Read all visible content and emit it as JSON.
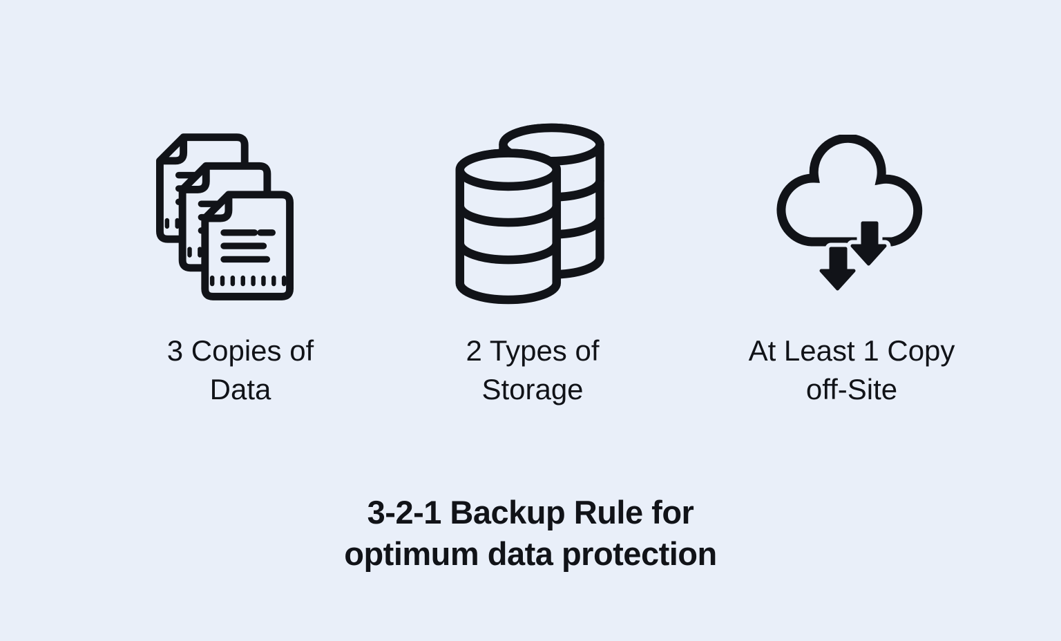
{
  "colors": {
    "background": "#e9eff9",
    "ink": "#111318"
  },
  "columns": [
    {
      "id": "copies",
      "icon": "documents-icon",
      "lines": [
        "3 Copies of",
        "Data"
      ]
    },
    {
      "id": "storage",
      "icon": "database-icon",
      "lines": [
        "2 Types of",
        "Storage"
      ]
    },
    {
      "id": "offsite",
      "icon": "cloud-download-icon",
      "lines": [
        "At Least 1 Copy",
        "off-Site"
      ]
    }
  ],
  "title": {
    "lines": [
      "3-2-1 Backup Rule for",
      "optimum data protection"
    ]
  }
}
